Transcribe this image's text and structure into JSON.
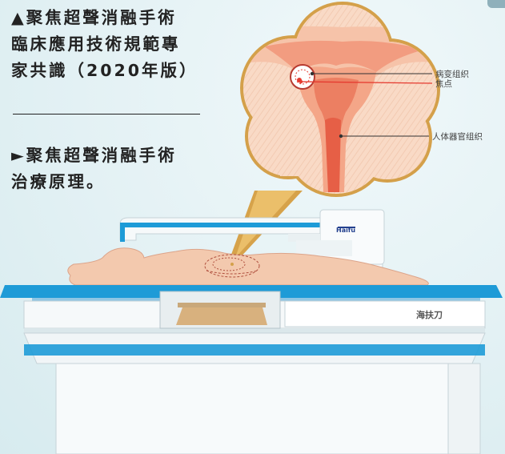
{
  "heading": {
    "lines": [
      "▲聚焦超聲消融手術",
      "臨床應用技術規範專",
      "家共識（2020年版）"
    ]
  },
  "subheading": {
    "lines": [
      "►聚焦超聲消融手術",
      "治療原理。"
    ]
  },
  "annotations": {
    "lesion": "病变组织",
    "focus": "焦点",
    "tissue": "人体器官组织"
  },
  "device": {
    "logo": "Haifu",
    "brand": "海扶刀"
  },
  "colors": {
    "background": "#e3f1f4",
    "machine_blue": "#1e9bd7",
    "tissue_orange": "#f2a98a",
    "focus_red": "#e53a2f"
  }
}
